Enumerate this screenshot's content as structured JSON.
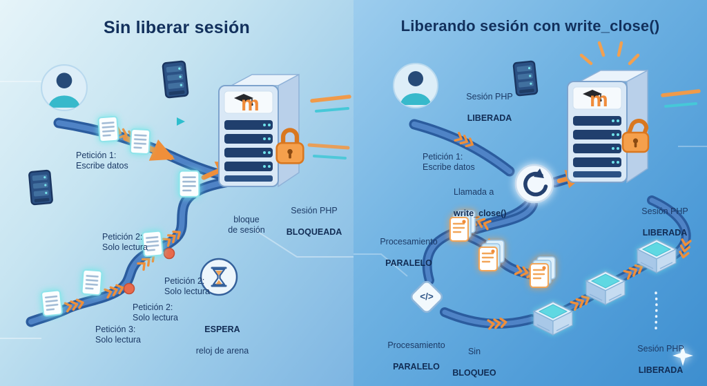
{
  "left": {
    "title": "Sin liberar sesión",
    "labels": {
      "request1": "Petición 1:\nEscribe datos",
      "session_php": "Sesión PHP",
      "blocked": "BLOQUEADA",
      "session_block": "bloque\nde sesión",
      "request2": "Petición 2:\nSolo lectura",
      "request3": "Petición 3:\nSolo lectura",
      "wait": "ESPERA",
      "wait_sub": "reloj de arena"
    }
  },
  "right": {
    "title": "Liberando sesión con write_close()",
    "labels": {
      "session_php": "Sesión PHP",
      "released": "LIBERADA",
      "request1": "Petición 1:\nEscribe datos",
      "call": "Llamada a",
      "call_fn": "write_close()",
      "processing": "Procesamiento",
      "parallel": "PARALELO",
      "no_block_1": "Sin",
      "no_block_2": "BLOQUEO",
      "code_glyph": "</>"
    }
  },
  "logo": {
    "letter": "m"
  },
  "icons": {
    "user-avatar-icon": "person silhouette in light circle",
    "server-rack-icon": "navy server rack",
    "moodle-server-icon": "server tower with moodle logo",
    "moodle-logo": "orange m with graduation cap",
    "padlock-closed-icon": "closed orange padlock",
    "padlock-open-icon": "open orange padlock",
    "hourglass-wait-icon": "hourglass inside circle",
    "document-icon": "glowing document file",
    "document-stack-icon": "stack of documents",
    "write-close-icon": "circular arrow in rounded badge",
    "code-diamond-icon": "diamond with code glyph",
    "isometric-server-icon": "isometric server with teal screen",
    "blocked-dot-icon": "red-orange blocked marker",
    "arrow-icon": "orange chevron arrows",
    "sparkle-icon": "four-point sparkle"
  },
  "colors": {
    "accent_orange": "#f08c3a",
    "navy": "#16335f",
    "path_blue": "#2b5c9e",
    "path_blue_light": "#4f83c6",
    "cyan": "#49c8d8",
    "bg_left_start": "#e6f4f9",
    "bg_left_end": "#7db5e2",
    "bg_right_start": "#9dcdee",
    "bg_right_end": "#3d8ecf"
  }
}
